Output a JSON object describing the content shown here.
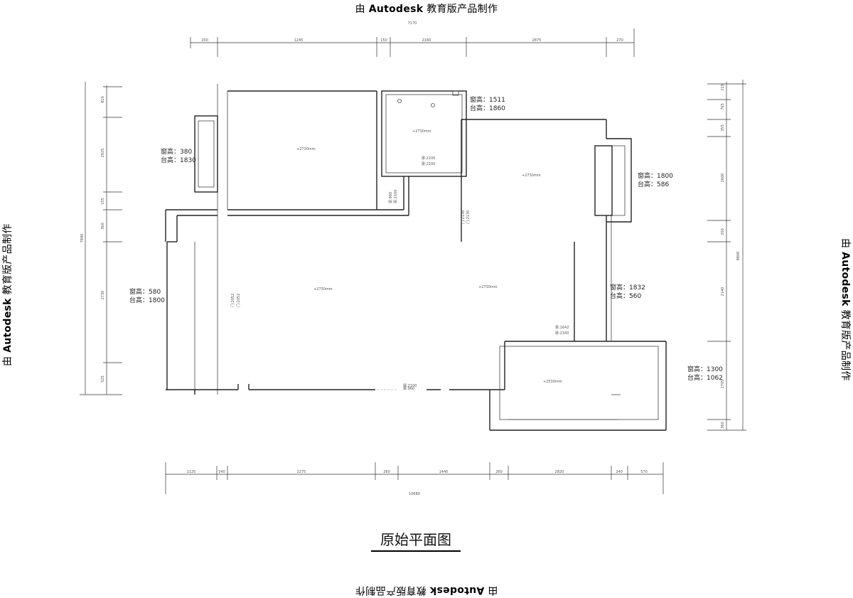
{
  "watermark": {
    "prefix": "由",
    "brand": "Autodesk",
    "suffix": "教育版产品制作"
  },
  "title": "原始平面图",
  "window_labels": [
    {
      "id": "w1",
      "line1": "窗高：380",
      "line2": "台高：1830"
    },
    {
      "id": "w2",
      "line1": "窗高：1511",
      "line2": "台高：1860"
    },
    {
      "id": "w3",
      "line1": "窗高：1800",
      "line2": "台高：586"
    },
    {
      "id": "w4",
      "line1": "窗高：580",
      "line2": "台高：1800"
    },
    {
      "id": "w5",
      "line1": "窗高：1832",
      "line2": "台高：560"
    },
    {
      "id": "w6",
      "line1": "窗高：1300",
      "line2": "台高：1062"
    }
  ],
  "ceiling_labels": [
    {
      "id": "c1",
      "text": "+2730mm"
    },
    {
      "id": "c2",
      "text": "+2730mm"
    },
    {
      "id": "c3",
      "text": "+2730mm"
    },
    {
      "id": "c4",
      "text": "+2730mm"
    },
    {
      "id": "c5",
      "text": "+2730mm"
    },
    {
      "id": "c6",
      "text": "+2530mm"
    }
  ],
  "beam_labels": [
    {
      "id": "b1",
      "line1": "梁:960",
      "line2": "梁:2100"
    },
    {
      "id": "b2",
      "line1": "梁:960",
      "line2": "梁:2100"
    },
    {
      "id": "b3",
      "line1": "梁:1642",
      "line2": "梁:2160"
    },
    {
      "id": "b4",
      "line1": "梁:2100",
      "line2": "梁:2100"
    }
  ],
  "door_labels": [
    {
      "id": "d1",
      "line1": "门:2052",
      "line2": "门:2052"
    },
    {
      "id": "d2",
      "line1": "门:2130",
      "line2": "门:2130"
    }
  ],
  "dims": {
    "top_total": "7170",
    "top": [
      "200",
      "1245",
      "150",
      "2160",
      "2875",
      "270"
    ],
    "bottom_total": "10680",
    "bottom": [
      "1125",
      "240",
      "2275",
      "260",
      "1440",
      "260",
      "2820",
      "240",
      "570"
    ],
    "left_total": "7890",
    "left": [
      "810",
      "2925",
      "155",
      "360",
      "2730",
      "525"
    ],
    "right_total": "8800",
    "right": [
      "210",
      "765",
      "355",
      "2600",
      "200",
      "2140",
      "1705",
      "360"
    ]
  }
}
